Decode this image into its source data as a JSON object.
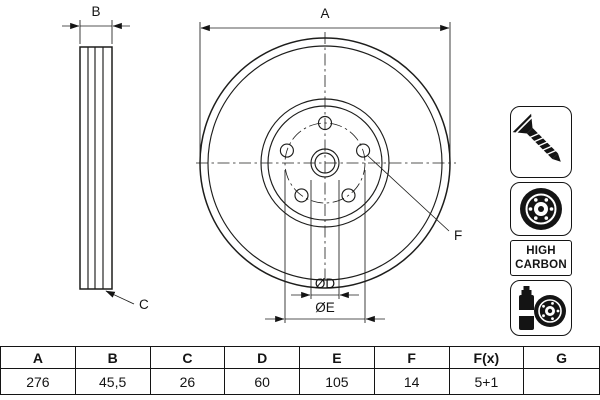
{
  "page": {
    "background": "#ffffff",
    "line_color": "#1d1d1b"
  },
  "drawing": {
    "dimension_labels": {
      "a": "A",
      "b": "B",
      "c": "C",
      "f": "F",
      "dia_d": "ØD",
      "dia_e": "ØE"
    }
  },
  "icon_panel": {
    "icons": [
      {
        "name": "countersunk-screw-icon"
      },
      {
        "name": "brake-disc-icon"
      },
      {
        "name": "spray-can-with-disc-icon"
      }
    ],
    "high_carbon": {
      "line1": "HIGH",
      "line2": "CARBON"
    }
  },
  "table": {
    "headers": [
      "A",
      "B",
      "C",
      "D",
      "E",
      "F",
      "F(x)",
      "G"
    ],
    "values": [
      "276",
      "45,5",
      "26",
      "60",
      "105",
      "14",
      "5+1",
      ""
    ]
  }
}
